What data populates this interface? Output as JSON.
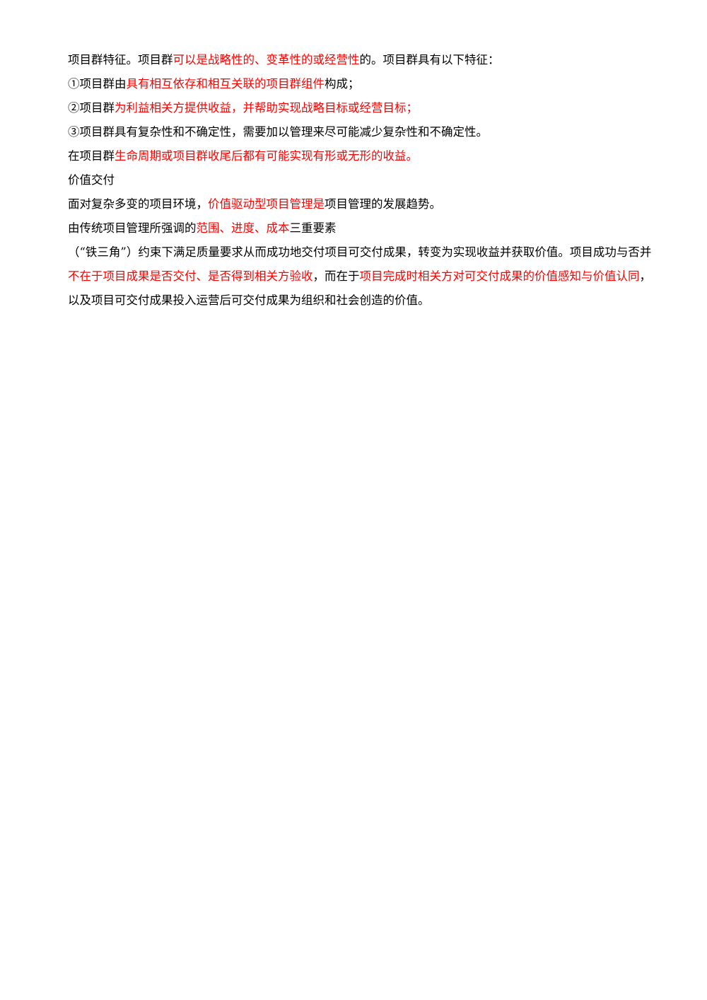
{
  "document": {
    "colors": {
      "text": "#000000",
      "highlight": "#ff0000"
    },
    "paragraphs": [
      {
        "segments": [
          {
            "text": "项目群特征。项目群",
            "highlight": false
          },
          {
            "text": "可以是战略性的、变革性的或经营性",
            "highlight": true
          },
          {
            "text": "的。项目群具有以下特征：",
            "highlight": false
          }
        ]
      },
      {
        "segments": [
          {
            "text": "①项目群由",
            "highlight": false
          },
          {
            "text": "具有相互依存和相互关联的项目群组件",
            "highlight": true
          },
          {
            "text": "构成；",
            "highlight": false
          }
        ]
      },
      {
        "segments": [
          {
            "text": "②项目群",
            "highlight": false
          },
          {
            "text": "为利益相关方提供收益，并帮助实现战略目标或经营目标；",
            "highlight": true
          }
        ]
      },
      {
        "segments": [
          {
            "text": "③项目群具有复杂性和不确定性，需要加以管理来尽可能减少复杂性和不确定性。",
            "highlight": false
          }
        ]
      },
      {
        "segments": [
          {
            "text": "在项目群",
            "highlight": false
          },
          {
            "text": "生命周期或项目群收尾后都有可能实现有形或无形的收益。",
            "highlight": true
          }
        ]
      },
      {
        "segments": [
          {
            "text": "价值交付",
            "highlight": false
          }
        ]
      },
      {
        "segments": [
          {
            "text": "面对复杂多变的项目环境，",
            "highlight": false
          },
          {
            "text": "价值驱动型项目管理是",
            "highlight": true
          },
          {
            "text": "项目管理的发展趋势。",
            "highlight": false
          }
        ]
      },
      {
        "segments": [
          {
            "text": "由传统项目管理所强调的",
            "highlight": false
          },
          {
            "text": "范围、进度、成本",
            "highlight": true
          },
          {
            "text": "三重要素",
            "highlight": false
          }
        ]
      },
      {
        "segments": [
          {
            "text": "（“铁三角”）约束下满足质量要求从而成功地交付项目可交付成果，转变为实现收益并获取价值。项目成功与否并",
            "highlight": false
          },
          {
            "text": "不在于项目成果是否交付、是否得到相关方验收",
            "highlight": true
          },
          {
            "text": "，而在于",
            "highlight": false
          },
          {
            "text": "项目完成时相关方对可交付成果的价值感知与价值认同",
            "highlight": true
          },
          {
            "text": "，以及项目可交付成果投入运营后可交付成果为组织和社会创造的价值。",
            "highlight": false
          }
        ]
      }
    ]
  }
}
